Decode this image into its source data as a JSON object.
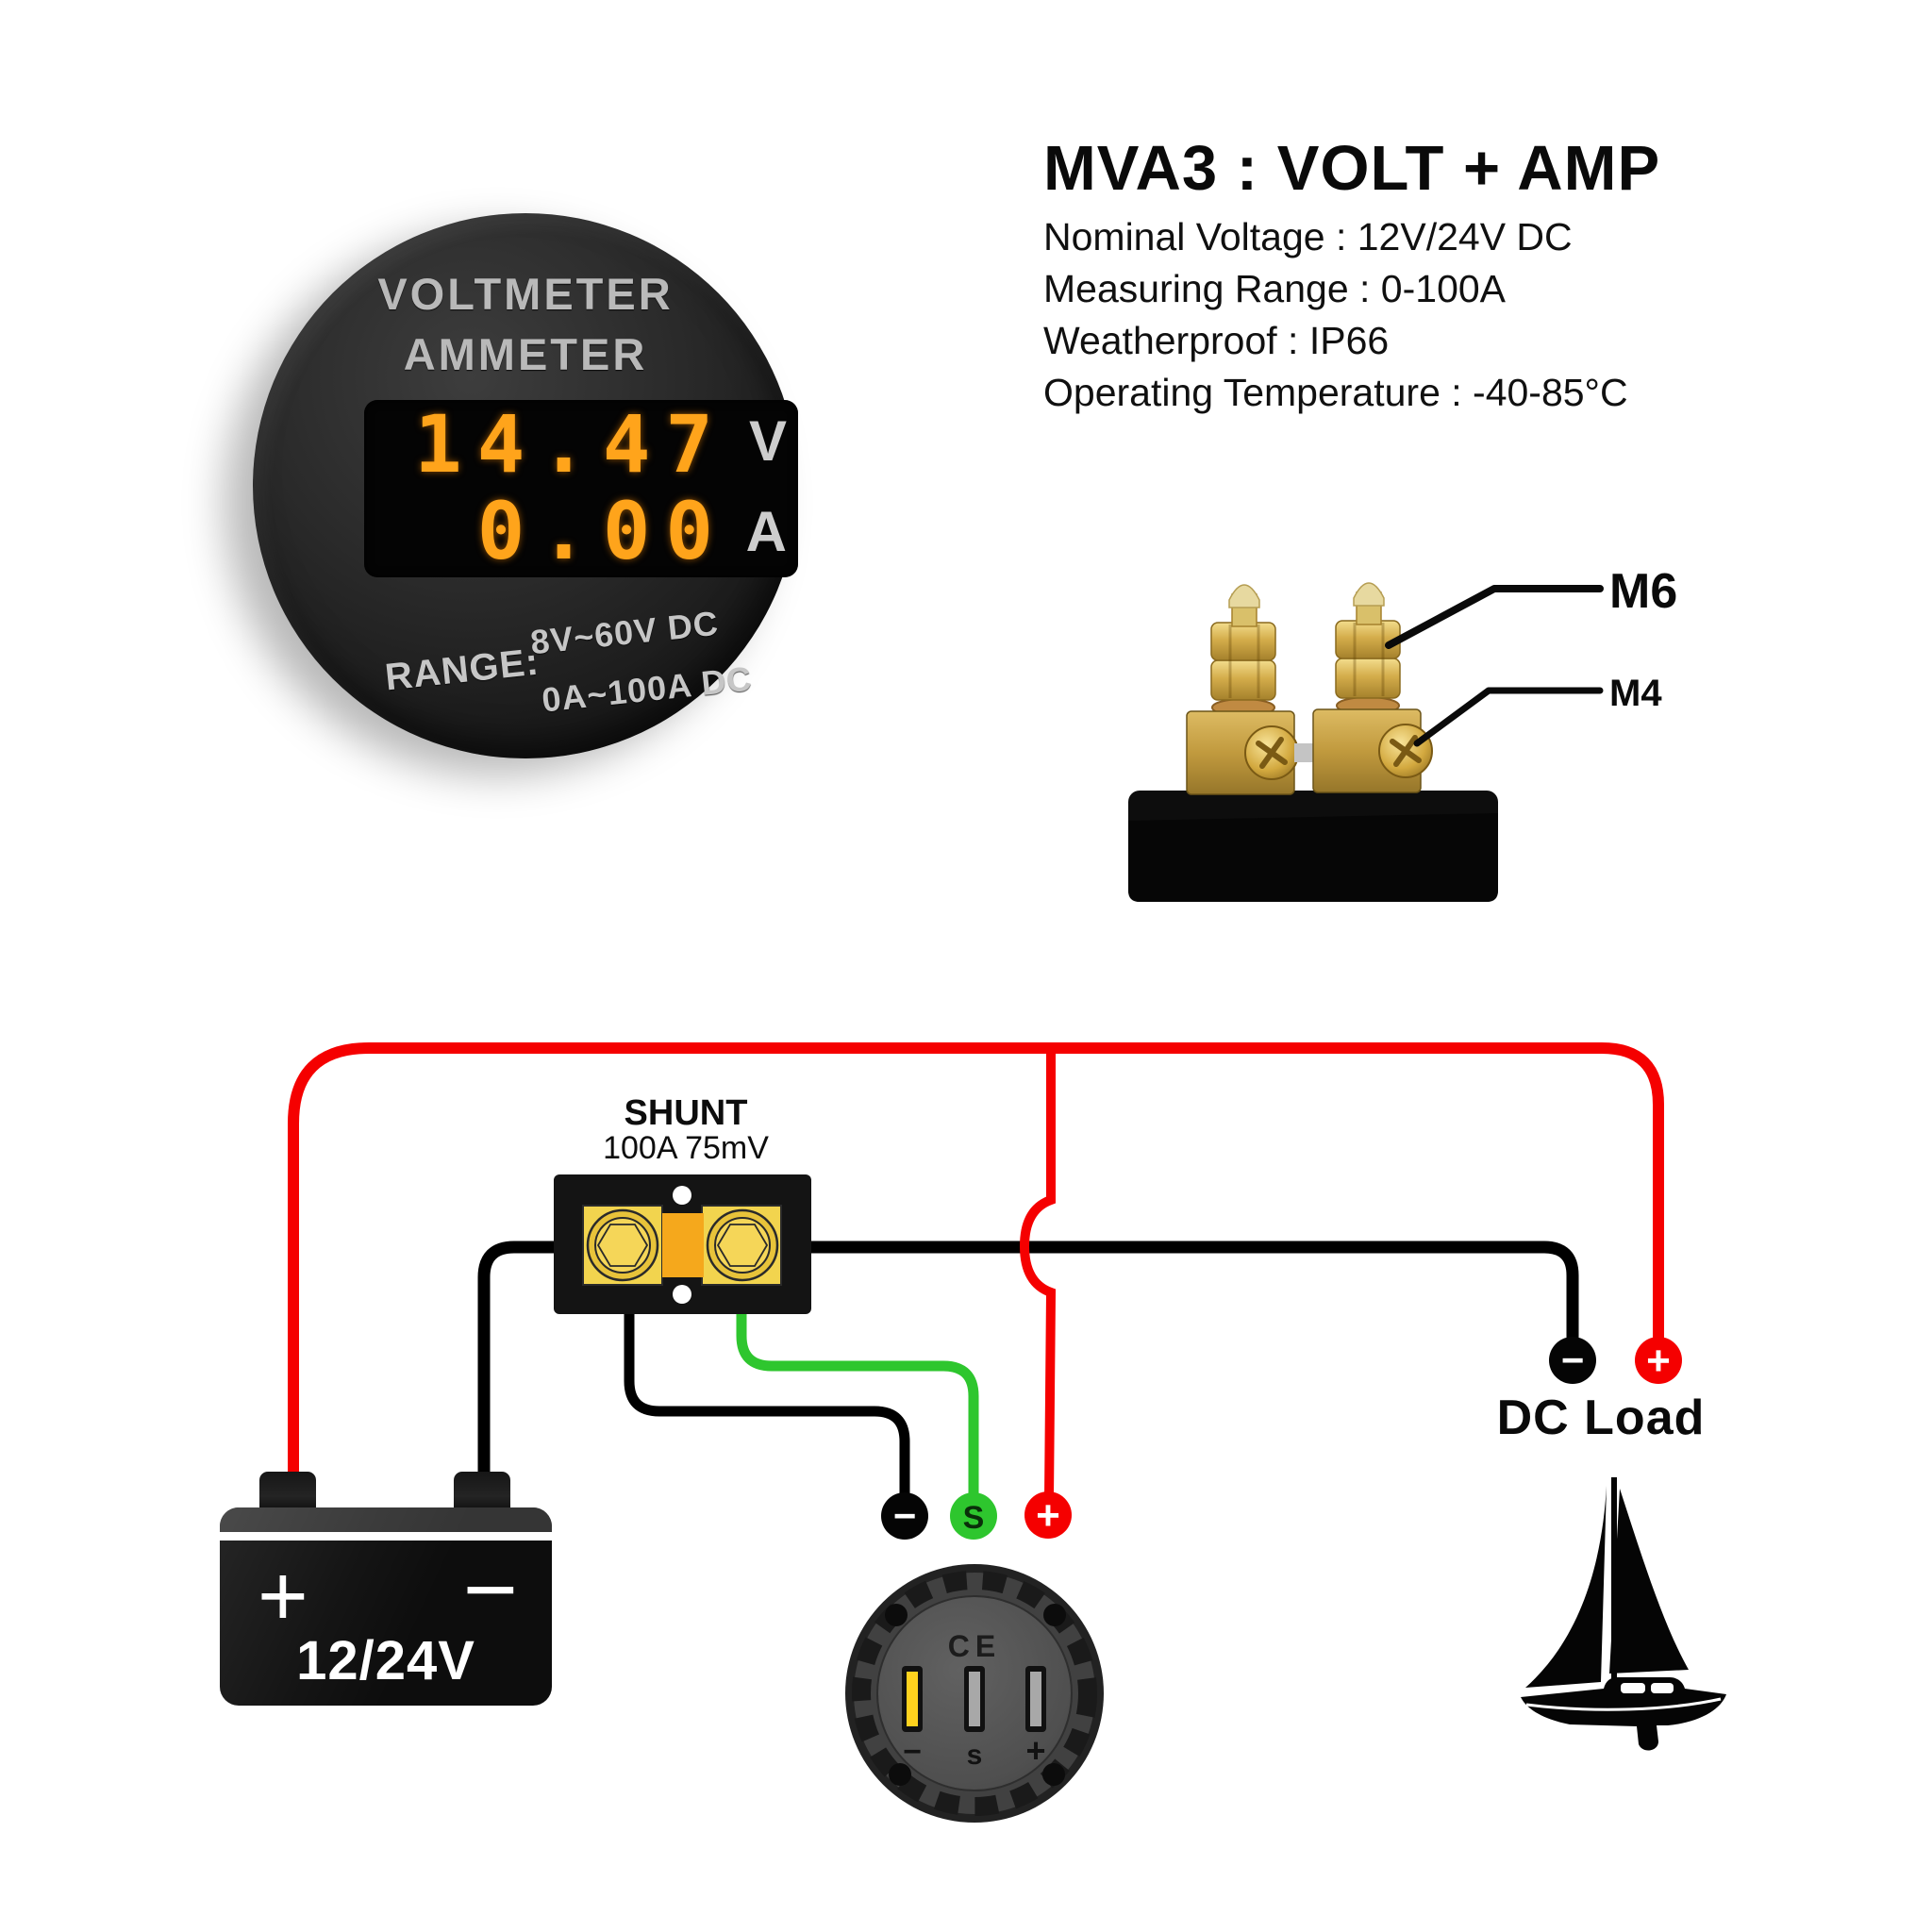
{
  "meter_front": {
    "title_line1": "VOLTMETER",
    "title_line2": "AMMETER",
    "volt_value": "14.47",
    "volt_unit": "V",
    "amp_value": "0.00",
    "amp_unit": "A",
    "range_label": "RANGE:",
    "range_volt": "8V~60V DC",
    "range_amp": "0A~100A DC"
  },
  "product_info": {
    "title": "MVA3 : VOLT + AMP",
    "specs": [
      "Nominal Voltage : 12V/24V DC",
      "Measuring Range : 0-100A",
      "Weatherproof : IP66",
      "Operating Temperature : -40-85°C"
    ]
  },
  "shunt_photo": {
    "label_m6": "M6",
    "label_m4": "M4"
  },
  "wiring": {
    "shunt_label": "SHUNT",
    "shunt_rating": "100A 75mV",
    "battery": {
      "plus": "+",
      "minus": "−",
      "voltage": "12/24V"
    },
    "sense_terminals": {
      "minus": "−",
      "sense": "S",
      "plus": "+"
    },
    "dc_load": {
      "label": "DC Load",
      "minus": "−",
      "plus": "+"
    },
    "meter_back": {
      "ce_mark": "CE",
      "slot_minus": "−",
      "slot_sense": "s",
      "slot_plus": "+"
    }
  },
  "colors": {
    "wire_positive": "#f50000",
    "wire_negative": "#000000",
    "wire_sense_green": "#2ec62e",
    "oled_digits": "#ffa41b",
    "oled_units": "#cdcdcd",
    "shunt_pad_yellow": "#f2d44e",
    "shunt_center_orange": "#f5a81c",
    "brass": "#c9a348",
    "meter_back_gray": "#4a4a4a",
    "slot_bar_yellow": "#ffd21e"
  }
}
